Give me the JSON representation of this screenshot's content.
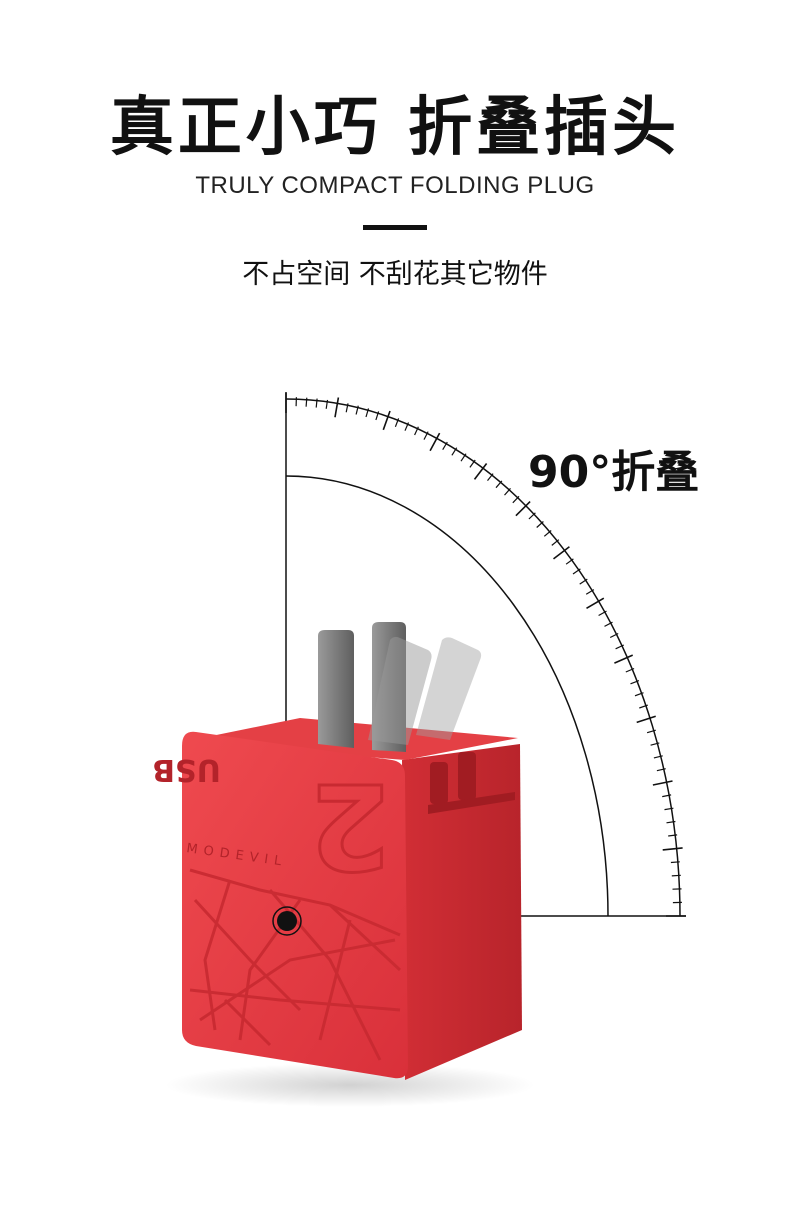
{
  "header": {
    "title": "真正小巧 折叠插头",
    "subtitle": "TRULY COMPACT FOLDING PLUG",
    "tagline": "不占空间 不刮花其它物件"
  },
  "illustration": {
    "angle_label": "90°折叠",
    "brand_text": "MODEVIL",
    "port_text": "USB",
    "model_number": "2",
    "colors": {
      "body": "#e8383d",
      "body_dark": "#c42a30",
      "prong": "#8a8a8a",
      "line": "#111111"
    }
  }
}
